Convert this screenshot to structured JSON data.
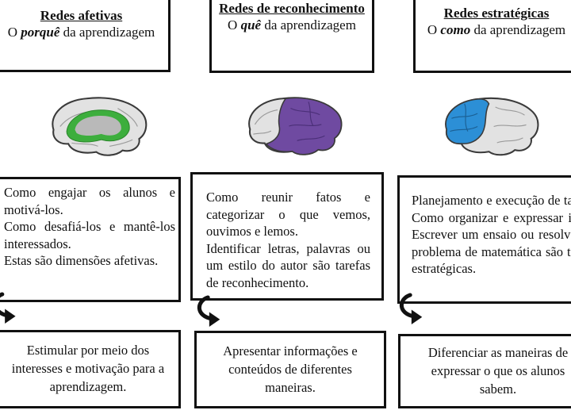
{
  "colors": {
    "affective": "#3dae3d",
    "recognition": "#6f4aa1",
    "strategic": "#2c8fd6",
    "brain_base": "#e2e2e2",
    "brain_outline": "#3a3a3a"
  },
  "columns": [
    {
      "id": "affective",
      "title": "Redes afetivas",
      "subtitle_pre": "O ",
      "subtitle_em": "porquê",
      "subtitle_post": " da aprendizagem",
      "brain_icon": "brain-limbic-highlight-icon",
      "description": [
        "Como engajar os alunos e motivá-los.",
        "Como desafiá-los e mantê-los interessados.",
        "Estas são dimensões afetivas."
      ],
      "action": "Estimular por meio dos interesses e motivação para a aprendizagem."
    },
    {
      "id": "recognition",
      "title": "Redes de reconhecimento",
      "subtitle_pre": "O ",
      "subtitle_em": "quê",
      "subtitle_post": " da aprendizagem",
      "brain_icon": "brain-posterior-highlight-icon",
      "description": [
        "Como reunir fatos e categorizar o que vemos, ouvimos e lemos.",
        "Identificar letras, palavras ou um estilo do autor são tarefas de reconhecimento."
      ],
      "action": "Apresentar informações e conteúdos de diferentes maneiras."
    },
    {
      "id": "strategic",
      "title": "Redes estratégicas",
      "subtitle_pre": "O ",
      "subtitle_em": "como",
      "subtitle_post": " da aprendizagem",
      "brain_icon": "brain-frontal-highlight-icon",
      "description": [
        "Planejamento e execução de tarefas. Como organizar e expressar ideias. Escrever um ensaio ou resolver um problema de matemática são tarefas estratégicas."
      ],
      "action": "Diferenciar as maneiras de expressar o que os alunos sabem."
    }
  ]
}
